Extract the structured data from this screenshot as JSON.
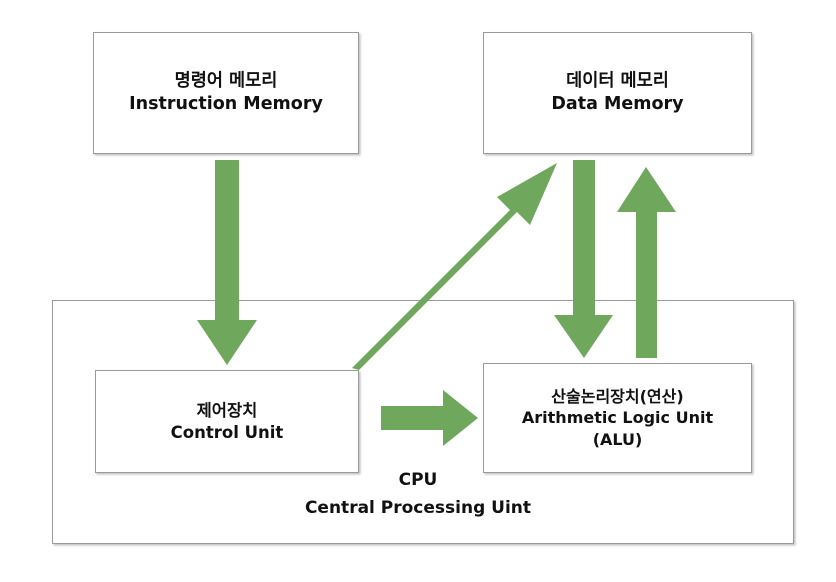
{
  "diagram": {
    "title": "CPU block diagram",
    "background_color": "#ffffff",
    "box_border_color": "#9a9a9a",
    "arrow_color": "#6fa75c",
    "text_color": "#111111"
  },
  "boxes": {
    "instruction_memory": {
      "name": "Instruction Memory",
      "line_ko": "명령어 메모리",
      "line_en": "Instruction Memory"
    },
    "data_memory": {
      "name": "Data Memory",
      "line_ko": "데이터 메모리",
      "line_en": "Data Memory"
    },
    "control_unit": {
      "name": "Control Unit",
      "line_ko": "제어장치",
      "line_en": "Control Unit"
    },
    "alu": {
      "name": "Arithmetic Logic Unit",
      "line_ko": "산술논리장치(연산)",
      "line_en": "Arithmetic Logic Unit",
      "line_abbr": "(ALU)"
    },
    "cpu": {
      "name": "Central Processing Unit",
      "abbr": "CPU",
      "full": "Central Processing Uint"
    }
  },
  "arrows": [
    {
      "id": "instruction-memory-to-control-unit",
      "label": "instruction memory to control unit",
      "direction": "down",
      "color": "#6fa75c"
    },
    {
      "id": "control-unit-to-data-memory",
      "label": "control unit to data memory",
      "direction": "up-right",
      "color": "#6fa75c"
    },
    {
      "id": "data-memory-to-alu",
      "label": "data memory to alu",
      "direction": "down",
      "color": "#6fa75c"
    },
    {
      "id": "alu-to-data-memory",
      "label": "alu to data memory",
      "direction": "up",
      "color": "#6fa75c"
    },
    {
      "id": "control-unit-to-alu",
      "label": "control unit to alu",
      "direction": "right",
      "color": "#6fa75c"
    }
  ]
}
